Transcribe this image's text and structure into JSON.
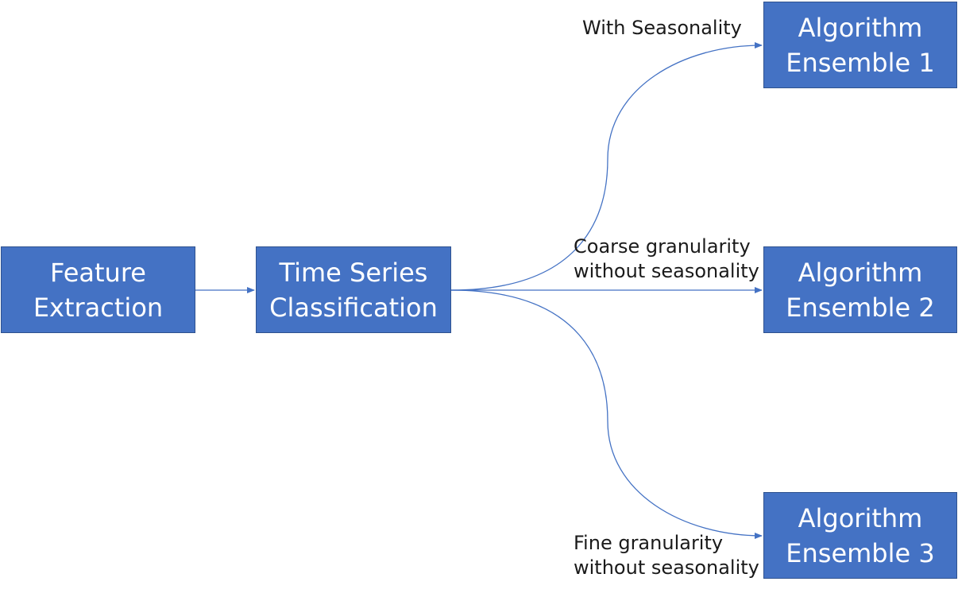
{
  "nodes": {
    "feature_extraction": "Feature\nExtraction",
    "time_series_classification": "Time Series\nClassification",
    "ensemble_1": "Algorithm\nEnsemble 1",
    "ensemble_2": "Algorithm\nEnsemble 2",
    "ensemble_3": "Algorithm\nEnsemble 3"
  },
  "edges": {
    "to_ensemble_1": "With Seasonality",
    "to_ensemble_2_line1": "Coarse granularity",
    "to_ensemble_2_line2": "without seasonality",
    "to_ensemble_3_line1": "Fine granularity",
    "to_ensemble_3_line2": "without seasonality"
  },
  "colors": {
    "box_fill": "#4472c4",
    "box_border": "#2f528f",
    "connector": "#4472c4"
  }
}
